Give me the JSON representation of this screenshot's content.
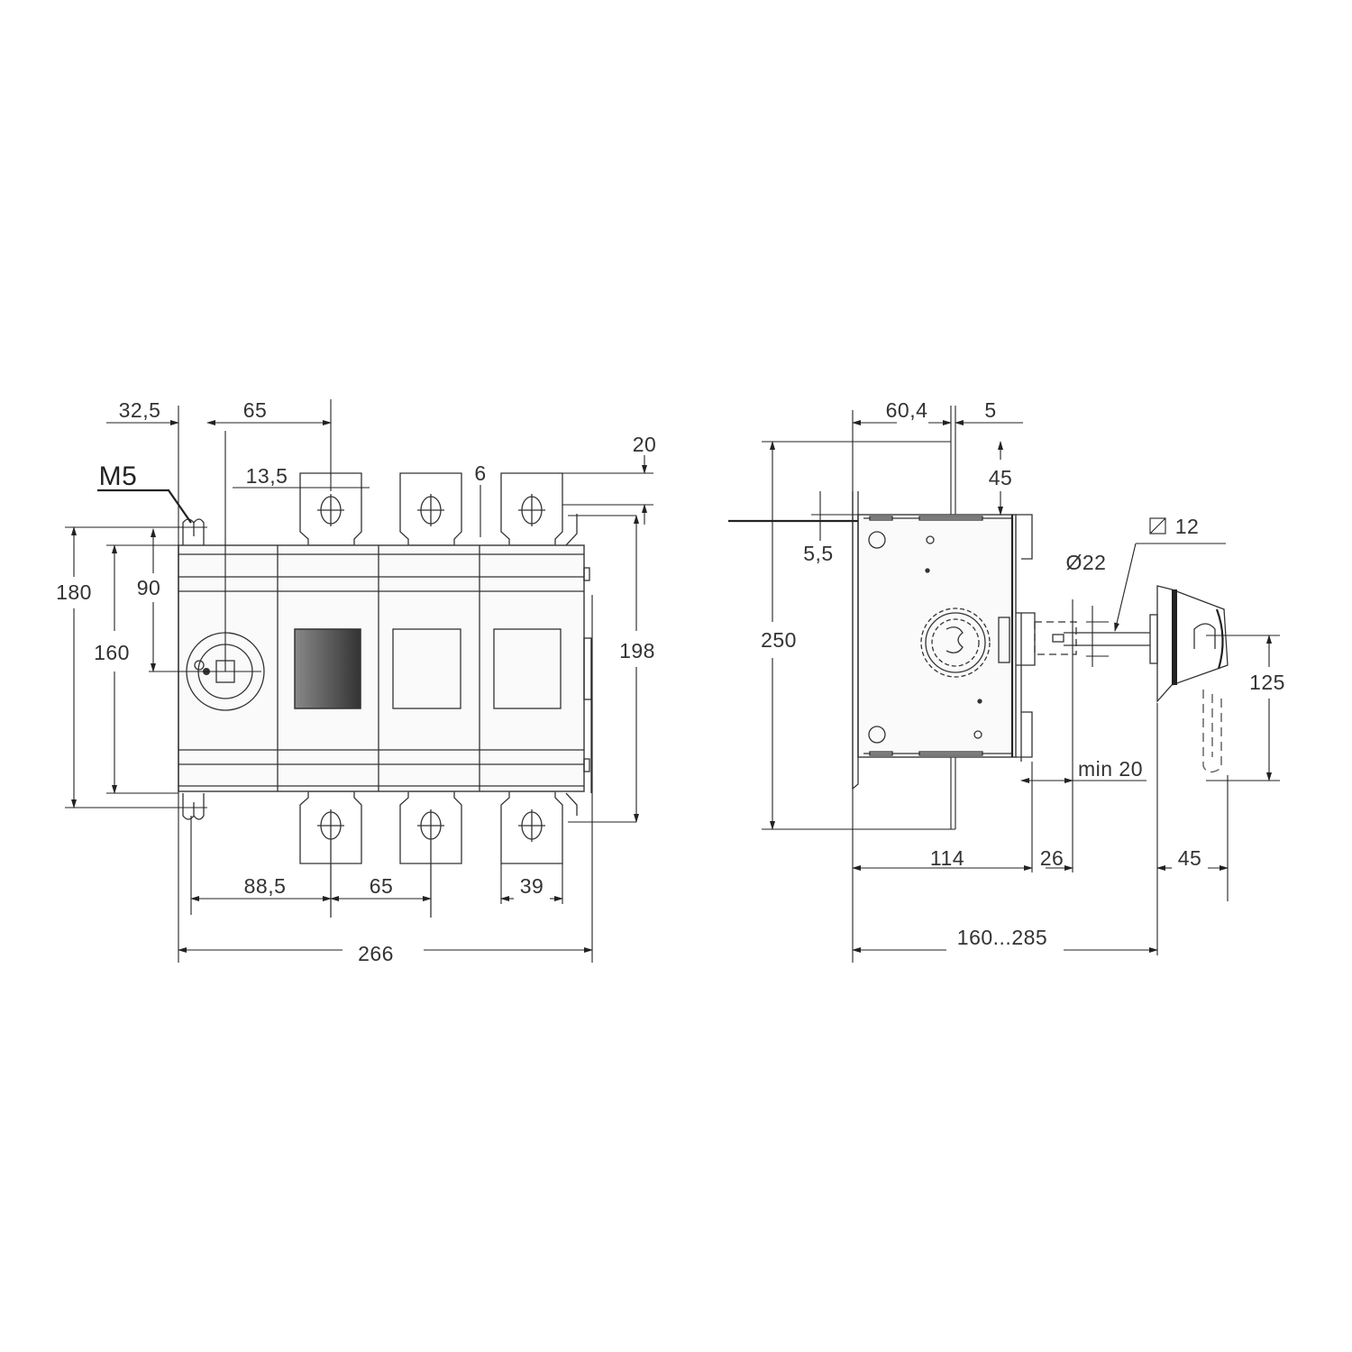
{
  "front_view": {
    "dims": {
      "d32_5": "32,5",
      "d65_top": "65",
      "m5": "M5",
      "d13_5": "13,5",
      "d6": "6",
      "d20": "20",
      "d180": "180",
      "d90": "90",
      "d160": "160",
      "d198": "198",
      "d88_5": "88,5",
      "d65_bottom": "65",
      "d39": "39",
      "d266": "266"
    }
  },
  "side_view": {
    "dims": {
      "d60_4": "60,4",
      "d5": "5",
      "d45_top": "45",
      "d5_5": "5,5",
      "d250": "250",
      "dia22": "Ø22",
      "sq12": "12",
      "d125": "125",
      "min20": "min 20",
      "d114": "114",
      "d26": "26",
      "d45_bottom": "45",
      "d160_285": "160...285"
    }
  },
  "colors": {
    "line": "#333333",
    "dark_window": "#555555"
  }
}
